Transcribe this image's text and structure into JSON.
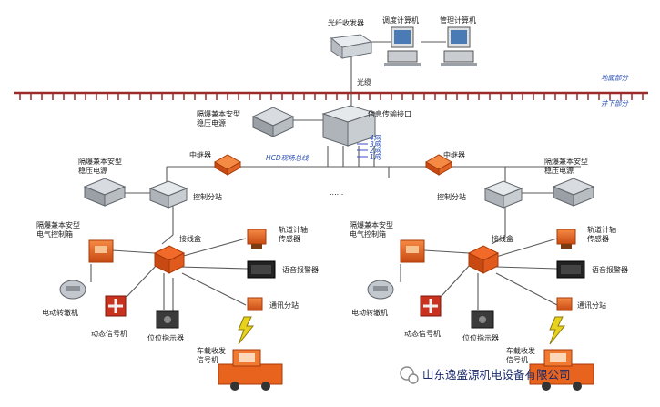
{
  "labels": {
    "fiber_transceiver": "光纤收发器",
    "dispatch_pc": "调度计算机",
    "mgmt_pc": "管理计算机",
    "cable": "光缆",
    "ground": "地面部分",
    "underground": "井下部分",
    "info_interface": "信息传输接口",
    "psu_top": "隔爆兼本安型\n稳压电源",
    "relay": "中继器",
    "bus": "HCD现场总线",
    "ellipsis": "......",
    "net_ports": [
      "4网",
      "3网",
      "2网",
      "1网"
    ],
    "control_station": "控制分站",
    "psu_side": "隔爆兼本安型\n稳压电源",
    "control_box": "隔爆兼本安型\n电气控制箱",
    "junction_box": "接线盒",
    "axle_sensor": "轨道计轴\n传感器",
    "voice_alarm": "语音报警器",
    "comm_station": "通讯分站",
    "switch_machine": "电动转辙机",
    "dynamic_signal": "动态信号机",
    "position_indicator": "位位指示器",
    "vehicle_transceiver": "车载收发\n信号机"
  },
  "watermark": "山东逸盛源机电设备有限公司",
  "colors": {
    "orange": "#e8641e",
    "gray": "#a8aeb4",
    "ground_line": "#9b2a2a",
    "label_blue": "#2b4fb4",
    "watermark": "#1a2a6c"
  }
}
